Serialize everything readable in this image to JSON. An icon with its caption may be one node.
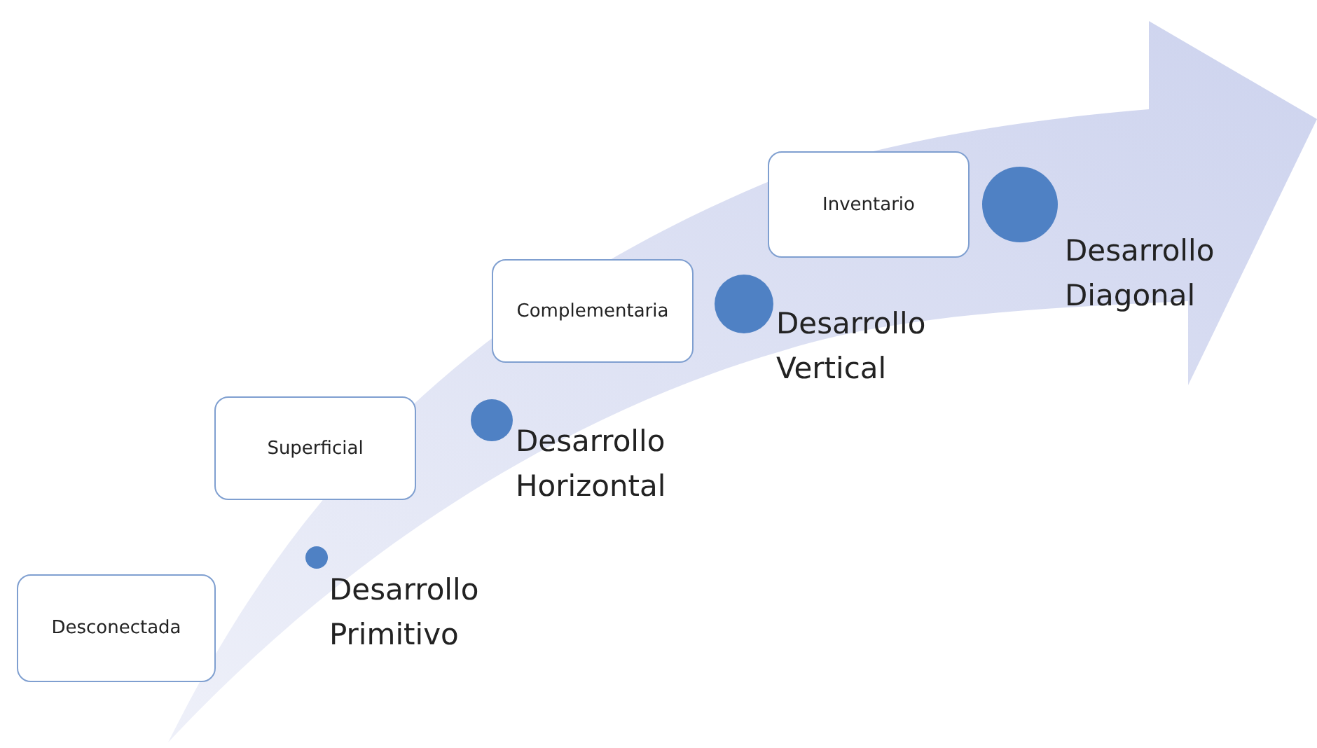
{
  "diagram": {
    "nodes": [
      {
        "text": [
          "Desconectada"
        ]
      },
      {
        "text": [],
        "shape": "circle",
        "beside": [
          "Desarrollo Primitivo"
        ]
      },
      {
        "text": [
          "Superficial"
        ]
      },
      {
        "text": [],
        "shape": "circle",
        "beside": [
          "Desarrollo Horizontal"
        ]
      },
      {
        "text": [
          "Complementaria"
        ]
      },
      {
        "text": [],
        "shape": "circle",
        "beside": [
          "Desarrollo Vertical"
        ]
      },
      {
        "text": [
          "Inventario"
        ]
      },
      {
        "text": [],
        "shape": "circle",
        "beside": [
          "Desarrollo Diagonal"
        ]
      }
    ]
  }
}
